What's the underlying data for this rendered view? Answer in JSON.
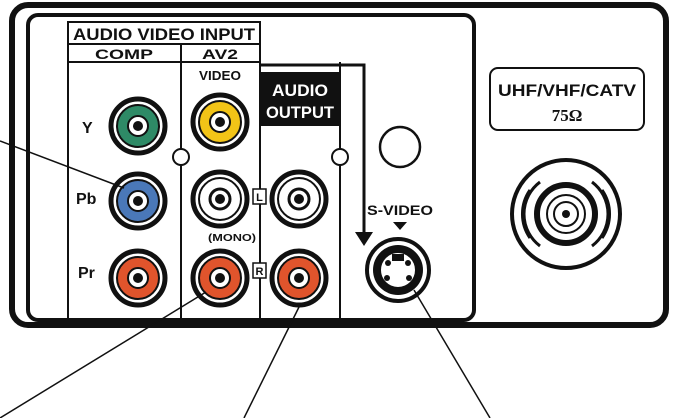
{
  "panel": {
    "audio_video_input": "AUDIO VIDEO INPUT",
    "comp": "COMP",
    "av2": "AV2",
    "video": "VIDEO",
    "audio_output_line1": "AUDIO",
    "audio_output_line2": "OUTPUT",
    "y": "Y",
    "pb": "Pb",
    "pr": "Pr",
    "l": "L",
    "r": "R",
    "mono": "(MONO)",
    "s_video": "S-VIDEO",
    "uhf_line1": "UHF/VHF/CATV",
    "uhf_line2": "75Ω"
  },
  "colors": {
    "y_jack": "#2e8a66",
    "pb_jack": "#4a78b8",
    "pr_jack": "#e0542c",
    "video_jack": "#f2c417",
    "white_jack": "#ffffff",
    "red_jack": "#e0542c",
    "outline": "#111111"
  }
}
